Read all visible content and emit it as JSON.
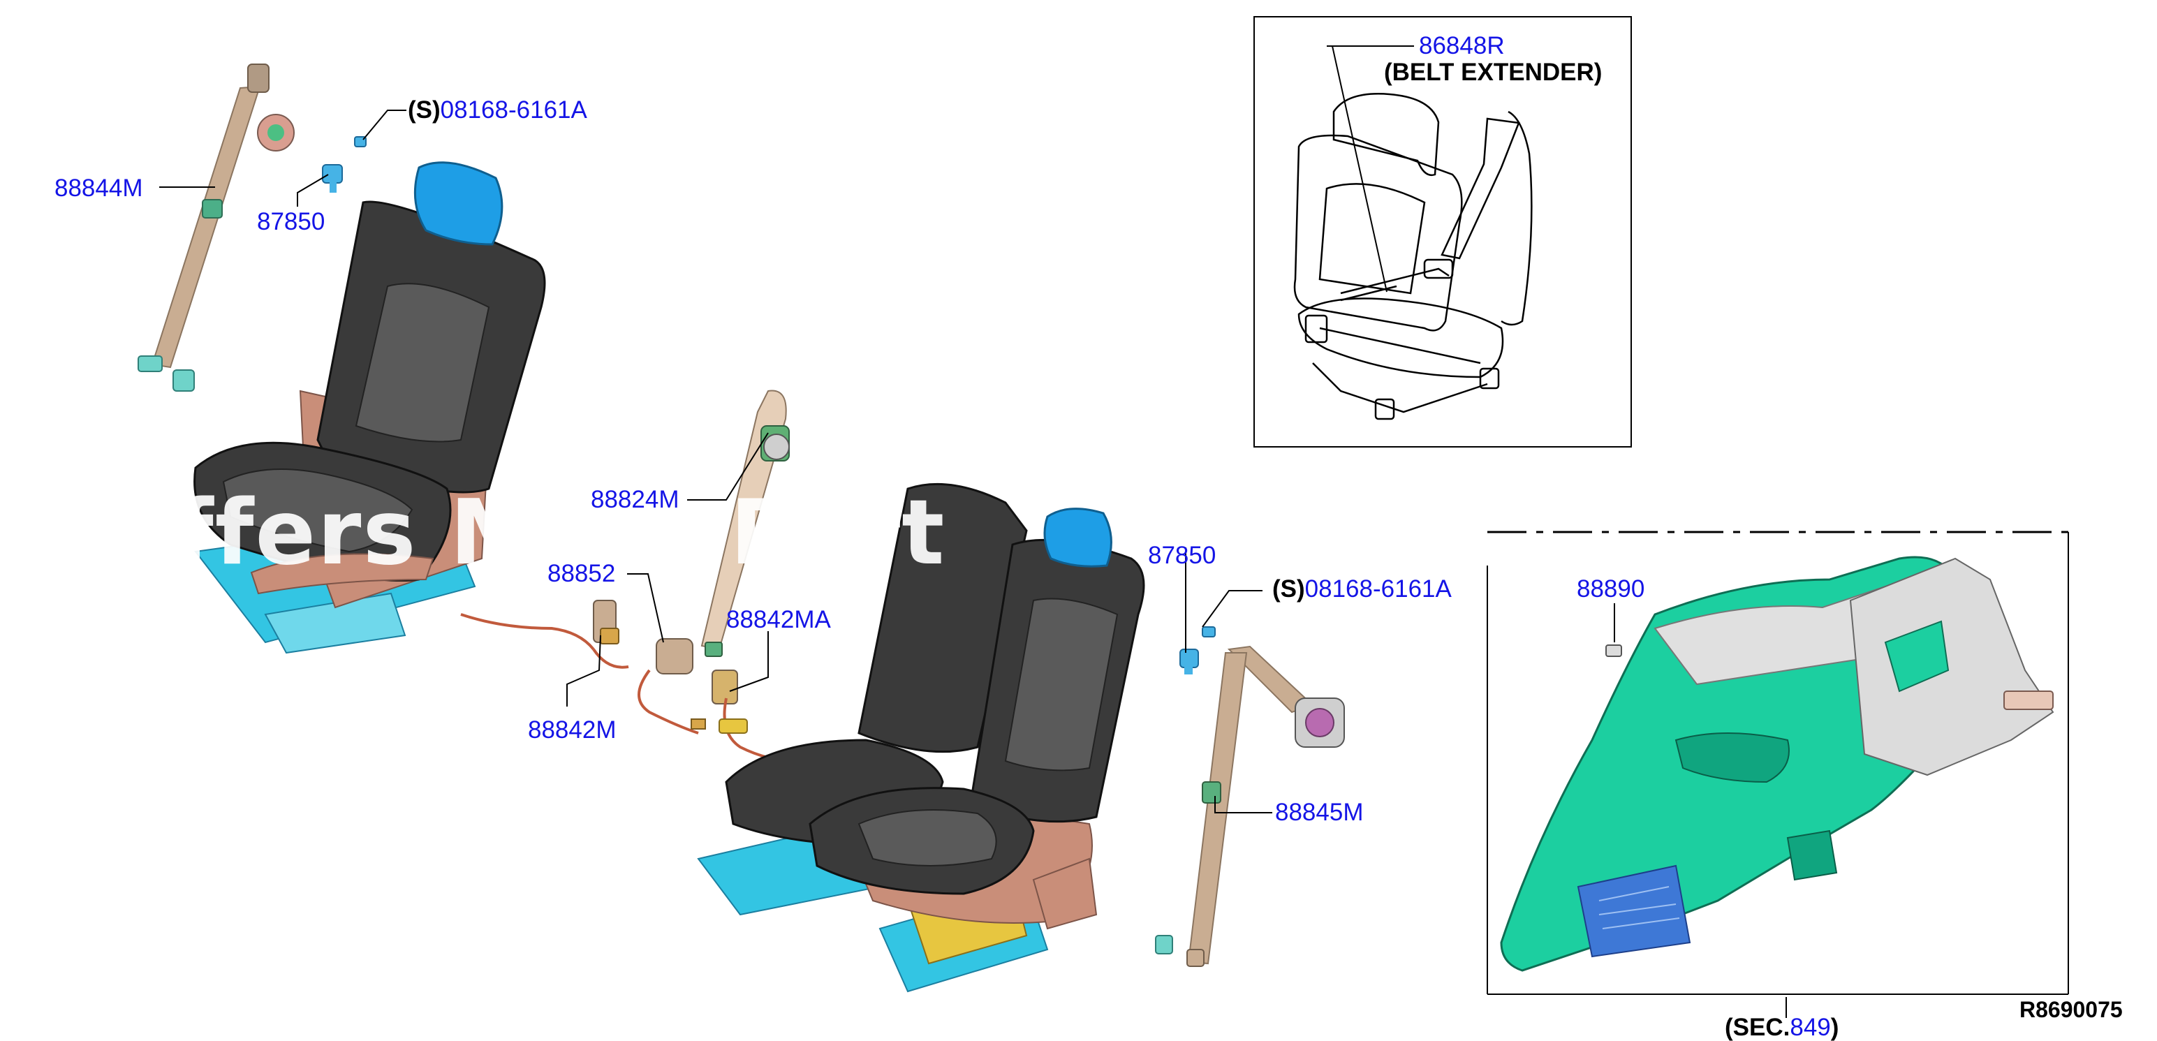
{
  "watermark": "ffers Me         o Part",
  "labels": {
    "p88844M": "88844M",
    "p87850_left": "87850",
    "s_left": "(S)",
    "p08168_left": "08168-6161A",
    "p86848R": "86848R",
    "belt_extender": "(BELT EXTENDER)",
    "p88824M": "88824M",
    "p88852": "88852",
    "p88842MA": "88842MA",
    "p88842M": "88842M",
    "p87850_right": "87850",
    "s_right": "(S)",
    "p08168_right": "08168-6161A",
    "p88845M": "88845M",
    "p88890": "88890",
    "sec_open": "(SEC.",
    "sec_num": "849",
    "sec_close": ")",
    "diagram_ref": "R8690075"
  },
  "colors": {
    "part_number": "#1414e6",
    "seat_dark": "#3a3a3a",
    "seat_frame": "#c98e79",
    "rail_blue": "#33c5e3",
    "headrest_blue": "#1e9ee6",
    "belt_tan": "#c9ad92",
    "panel_green": "#1ccfa0",
    "panel_grey": "#dcdcdc",
    "bracket_yellow": "#e7c640"
  }
}
